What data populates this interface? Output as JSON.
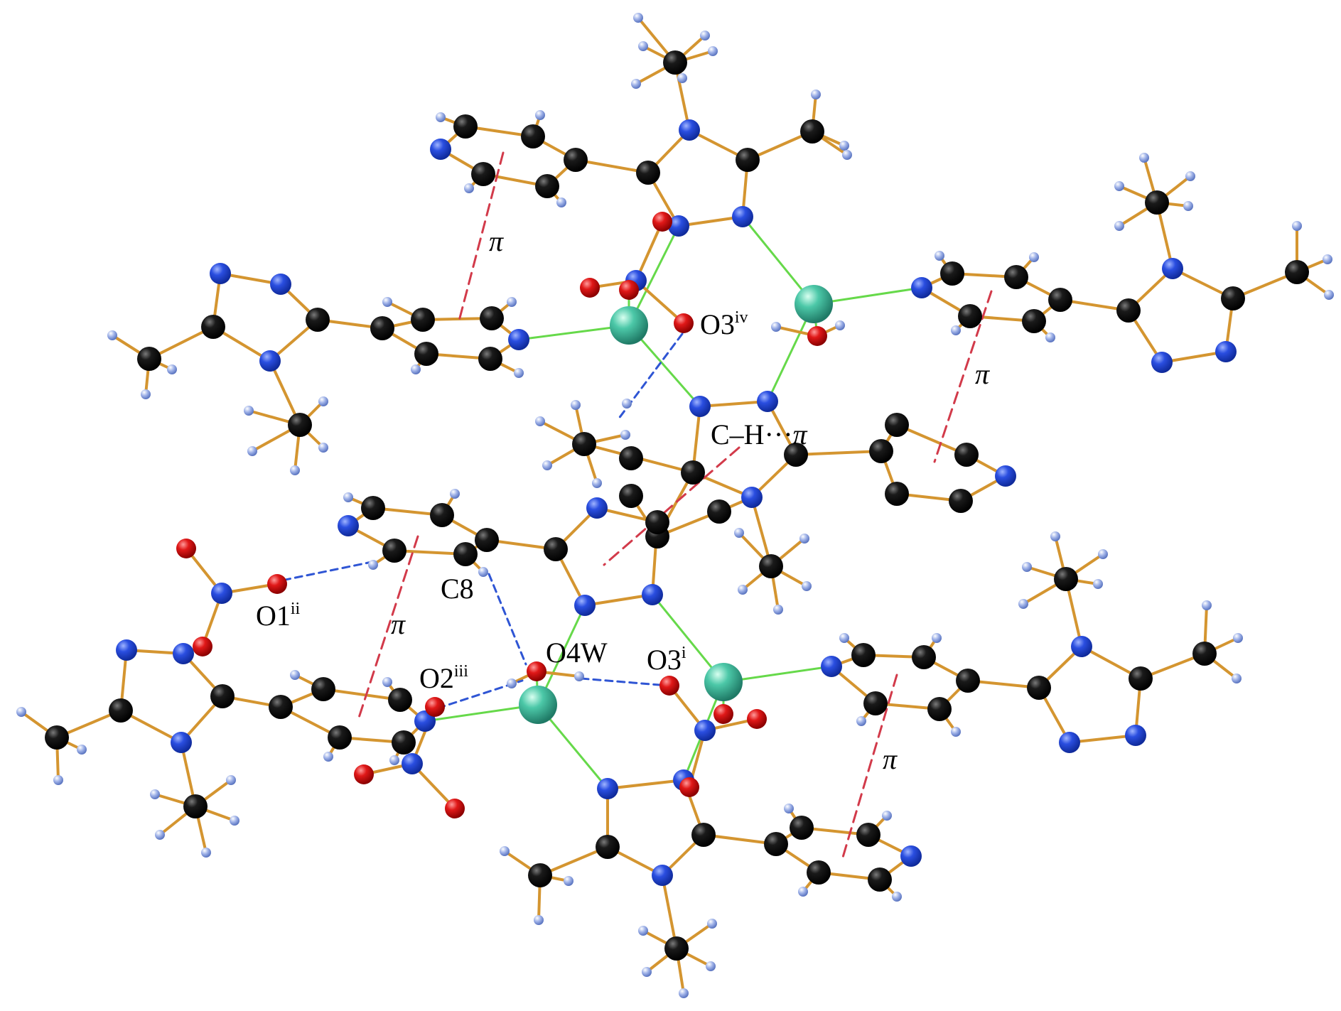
{
  "labels": {
    "o3_iv": "O3",
    "o3_iv_sup": "iv",
    "ch_pi": "C–H···",
    "ch_pi_sym": "π",
    "c8": "C8",
    "o1_ii": "O1",
    "o1_ii_sup": "ii",
    "o2_iii": "O2",
    "o2_iii_sup": "iii",
    "o4w": "O4W",
    "o3_i": "O3",
    "o3_i_sup": "i",
    "pi": "π"
  },
  "colors": {
    "carbon": "#0d0d0d",
    "nitrogen": "#2349d6",
    "oxygen": "#dc1414",
    "hydrogen": "#8fa6e0",
    "metal": "#4cc8a8",
    "bond": "#d49530",
    "coordination_bond": "#66d94a",
    "hydrogen_bond": "#2f55d4",
    "pi_stacking": "#d23a4a"
  }
}
